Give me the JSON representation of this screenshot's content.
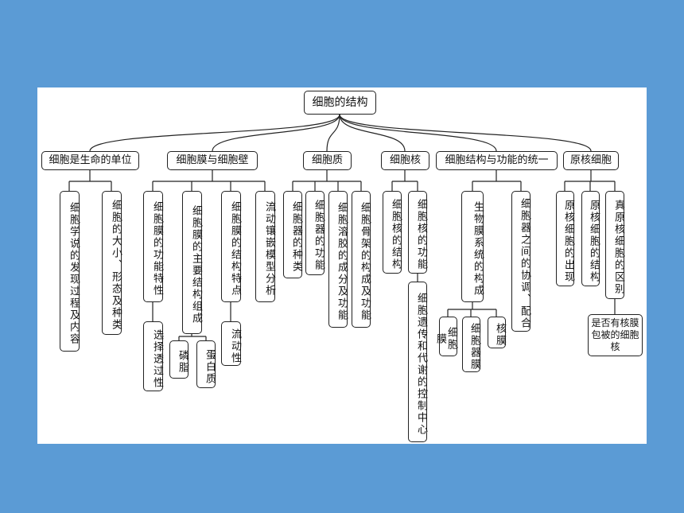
{
  "diagram": {
    "root": "细胞的结构",
    "categories": {
      "c1": "细胞是生命的单位",
      "c2": "细胞膜与细胞壁",
      "c3": "细胞质",
      "c4": "细胞核",
      "c5": "细胞结构与功能的统一",
      "c6": "原核细胞"
    },
    "nodes": {
      "c1a": "细胞学说的发现过程及内容",
      "c1b": "细胞的大小、形态及种类",
      "c2a": "细胞膜的功能特性",
      "c2a1": "选择透过性",
      "c2b": "细胞膜的主要结构组成",
      "c2b1": "磷脂",
      "c2b2": "蛋白质",
      "c2c": "细胞膜的结构特点",
      "c2c1": "流动性",
      "c2d": "流动镶嵌模型分析",
      "c3a": "细胞器的种类",
      "c3b": "细胞器的功能",
      "c3c": "细胞溶胶的成分及功能",
      "c3d": "细胞骨架的构成及功能",
      "c4a": "细胞核的结构",
      "c4b": "细胞核的功能",
      "c4b1": "细胞遗传和代谢的控制中心",
      "c5a": "生物膜系统的构成",
      "c5a1": "细胞膜",
      "c5a2": "细胞器膜",
      "c5a3": "核膜",
      "c5b": "细胞器之间的协调、配合",
      "c6a": "原核细胞的出现",
      "c6b": "原核细胞的结构",
      "c6c": "真原核细胞的区别",
      "c6c1": "是否有核膜包被的细胞核"
    }
  }
}
